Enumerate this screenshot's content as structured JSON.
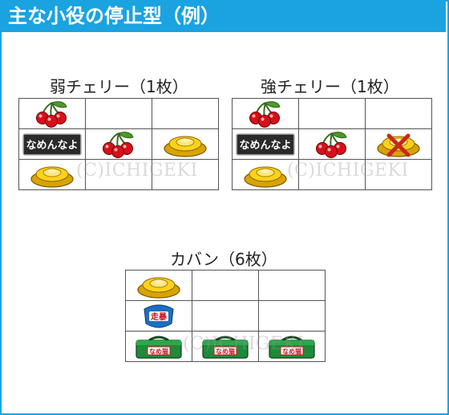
{
  "header": {
    "title": "主な小役の停止型（例）"
  },
  "watermark_text": "(C)ICHIGEKI",
  "colors": {
    "header_bg": "#1aa3e0",
    "frame": "#1aa3e0"
  },
  "sections": [
    {
      "title": "弱チェリー（1枚）",
      "grid": [
        [
          "cherry-icon",
          "",
          ""
        ],
        [
          "namennayo-icon",
          "cherry-icon",
          "bell-icon"
        ],
        [
          "bell-icon",
          "",
          ""
        ]
      ]
    },
    {
      "title": "強チェリー（1枚）",
      "grid": [
        [
          "cherry-icon",
          "",
          ""
        ],
        [
          "namennayo-icon",
          "cherry-icon",
          "crossed-bell-icon"
        ],
        [
          "bell-icon",
          "",
          ""
        ]
      ]
    },
    {
      "title": "カバン（6枚）",
      "grid": [
        [
          "bell-icon",
          "",
          ""
        ],
        [
          "badge-icon",
          "",
          ""
        ],
        [
          "bag-icon",
          "bag-icon",
          "bag-icon"
        ]
      ]
    }
  ],
  "symbols": {
    "namennayo_text": "なめんなよ",
    "badge_text": "走暴",
    "bag_text": "なめ猫"
  }
}
